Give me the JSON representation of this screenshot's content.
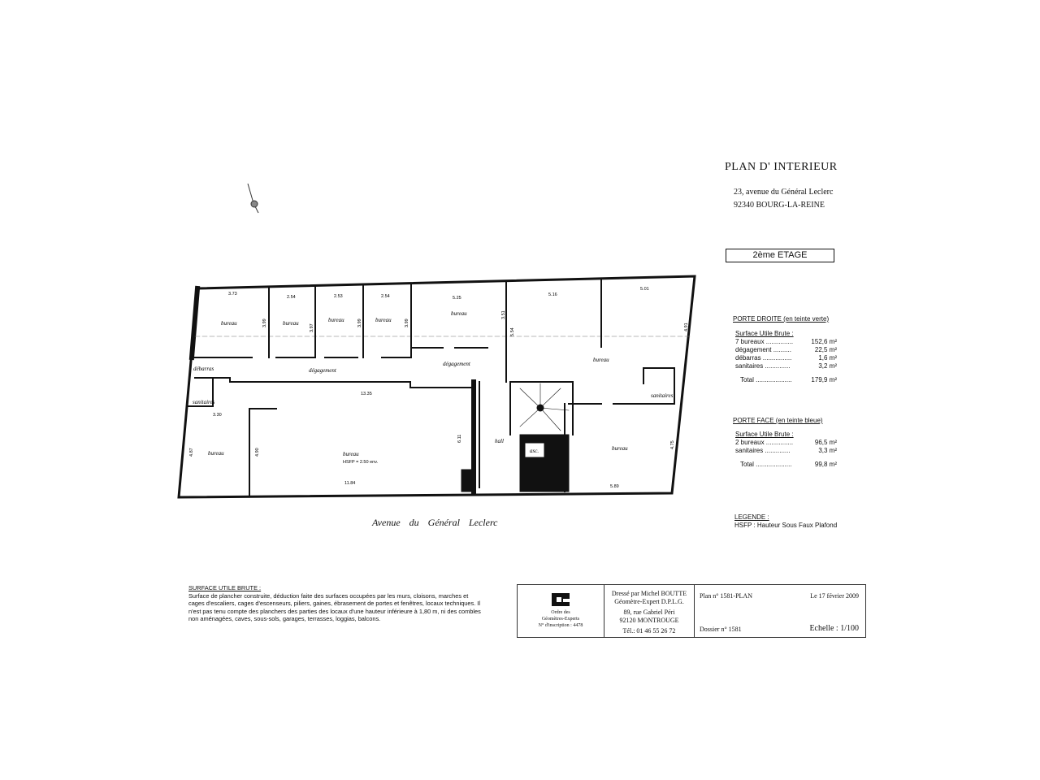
{
  "header": {
    "title": "PLAN  D' INTERIEUR",
    "address_line1": "23, avenue du Général Leclerc",
    "address_line2": "92340   BOURG-LA-REINE",
    "floor": "2ème ETAGE"
  },
  "porte_droite": {
    "title": "PORTE  DROITE  (en teinte verte)",
    "subtitle": "Surface Utile Brute :",
    "rows": [
      {
        "label": "7 bureaux ...............",
        "value": "152,6 m²"
      },
      {
        "label": "dégagement ..........",
        "value": "22,5 m²"
      },
      {
        "label": "débarras ................",
        "value": "1,6 m²"
      },
      {
        "label": "sanitaires ..............",
        "value": "3,2 m²"
      }
    ],
    "total": {
      "label": "Total ....................",
      "value": "179,9 m²"
    }
  },
  "porte_face": {
    "title": "PORTE  FACE  (en teinte bleue)",
    "subtitle": "Surface Utile Brute :",
    "rows": [
      {
        "label": "2 bureaux ...............",
        "value": "96,5 m²"
      },
      {
        "label": "sanitaires ..............",
        "value": "3,3 m²"
      }
    ],
    "total": {
      "label": "Total ....................",
      "value": "99,8 m²"
    }
  },
  "legend": {
    "title": "LEGENDE :",
    "text": "HSFP : Hauteur Sous Faux Plafond"
  },
  "street": "Avenue du Général Leclerc",
  "note": {
    "title": "SURFACE UTILE BRUTE :",
    "text": "Surface de plancher construite, déduction faite des surfaces occupées par les murs, cloisons, marches et cages d'escaliers, cages d'escenseurs, piliers, gaines, ébrasement de portes et fenêtres, locaux techniques. Il n'est pas tenu compte des planchers des parties des locaux d'une hauteur inférieure à 1,80 m, ni des combles non aménagées, caves, sous-sols, garages, terrasses, loggias, balcons."
  },
  "cartouche": {
    "org1": "Ordre des",
    "org2": "Géomètres-Experts",
    "inscription": "N° d'inscription : 4478",
    "drawn_by": "Dressé par Michel BOUTTE",
    "title": "Géomètre-Expert D.P.L.G.",
    "street": "89, rue Gabriel Péri",
    "city": "92120 MONTROUGE",
    "tel": "Tél.: 01 46 55 26 72",
    "plan": "Plan n° 1581-PLAN",
    "date": "Le 17 février 2009",
    "dossier": "Dossier  n° 1581",
    "scale": "Echelle : 1/100"
  },
  "plan": {
    "rooms": {
      "bureau": "bureau",
      "degagement": "dégagement",
      "debarras": "débarras",
      "sanitaires": "sanitaires",
      "hall": "hall",
      "asc": "asc.",
      "hsfp": "HSFP = 2.50 env."
    },
    "dims": [
      "3.73",
      "2.54",
      "2.53",
      "2.54",
      "5.25",
      "5.16",
      "5.01",
      "3.99",
      "3.97",
      "3.99",
      "3.99",
      "3.51",
      "5.54",
      "4.91",
      "13.35",
      "3.30",
      "4.87",
      "4.90",
      "6.11",
      "11.84",
      "4.75",
      "5.89"
    ]
  }
}
